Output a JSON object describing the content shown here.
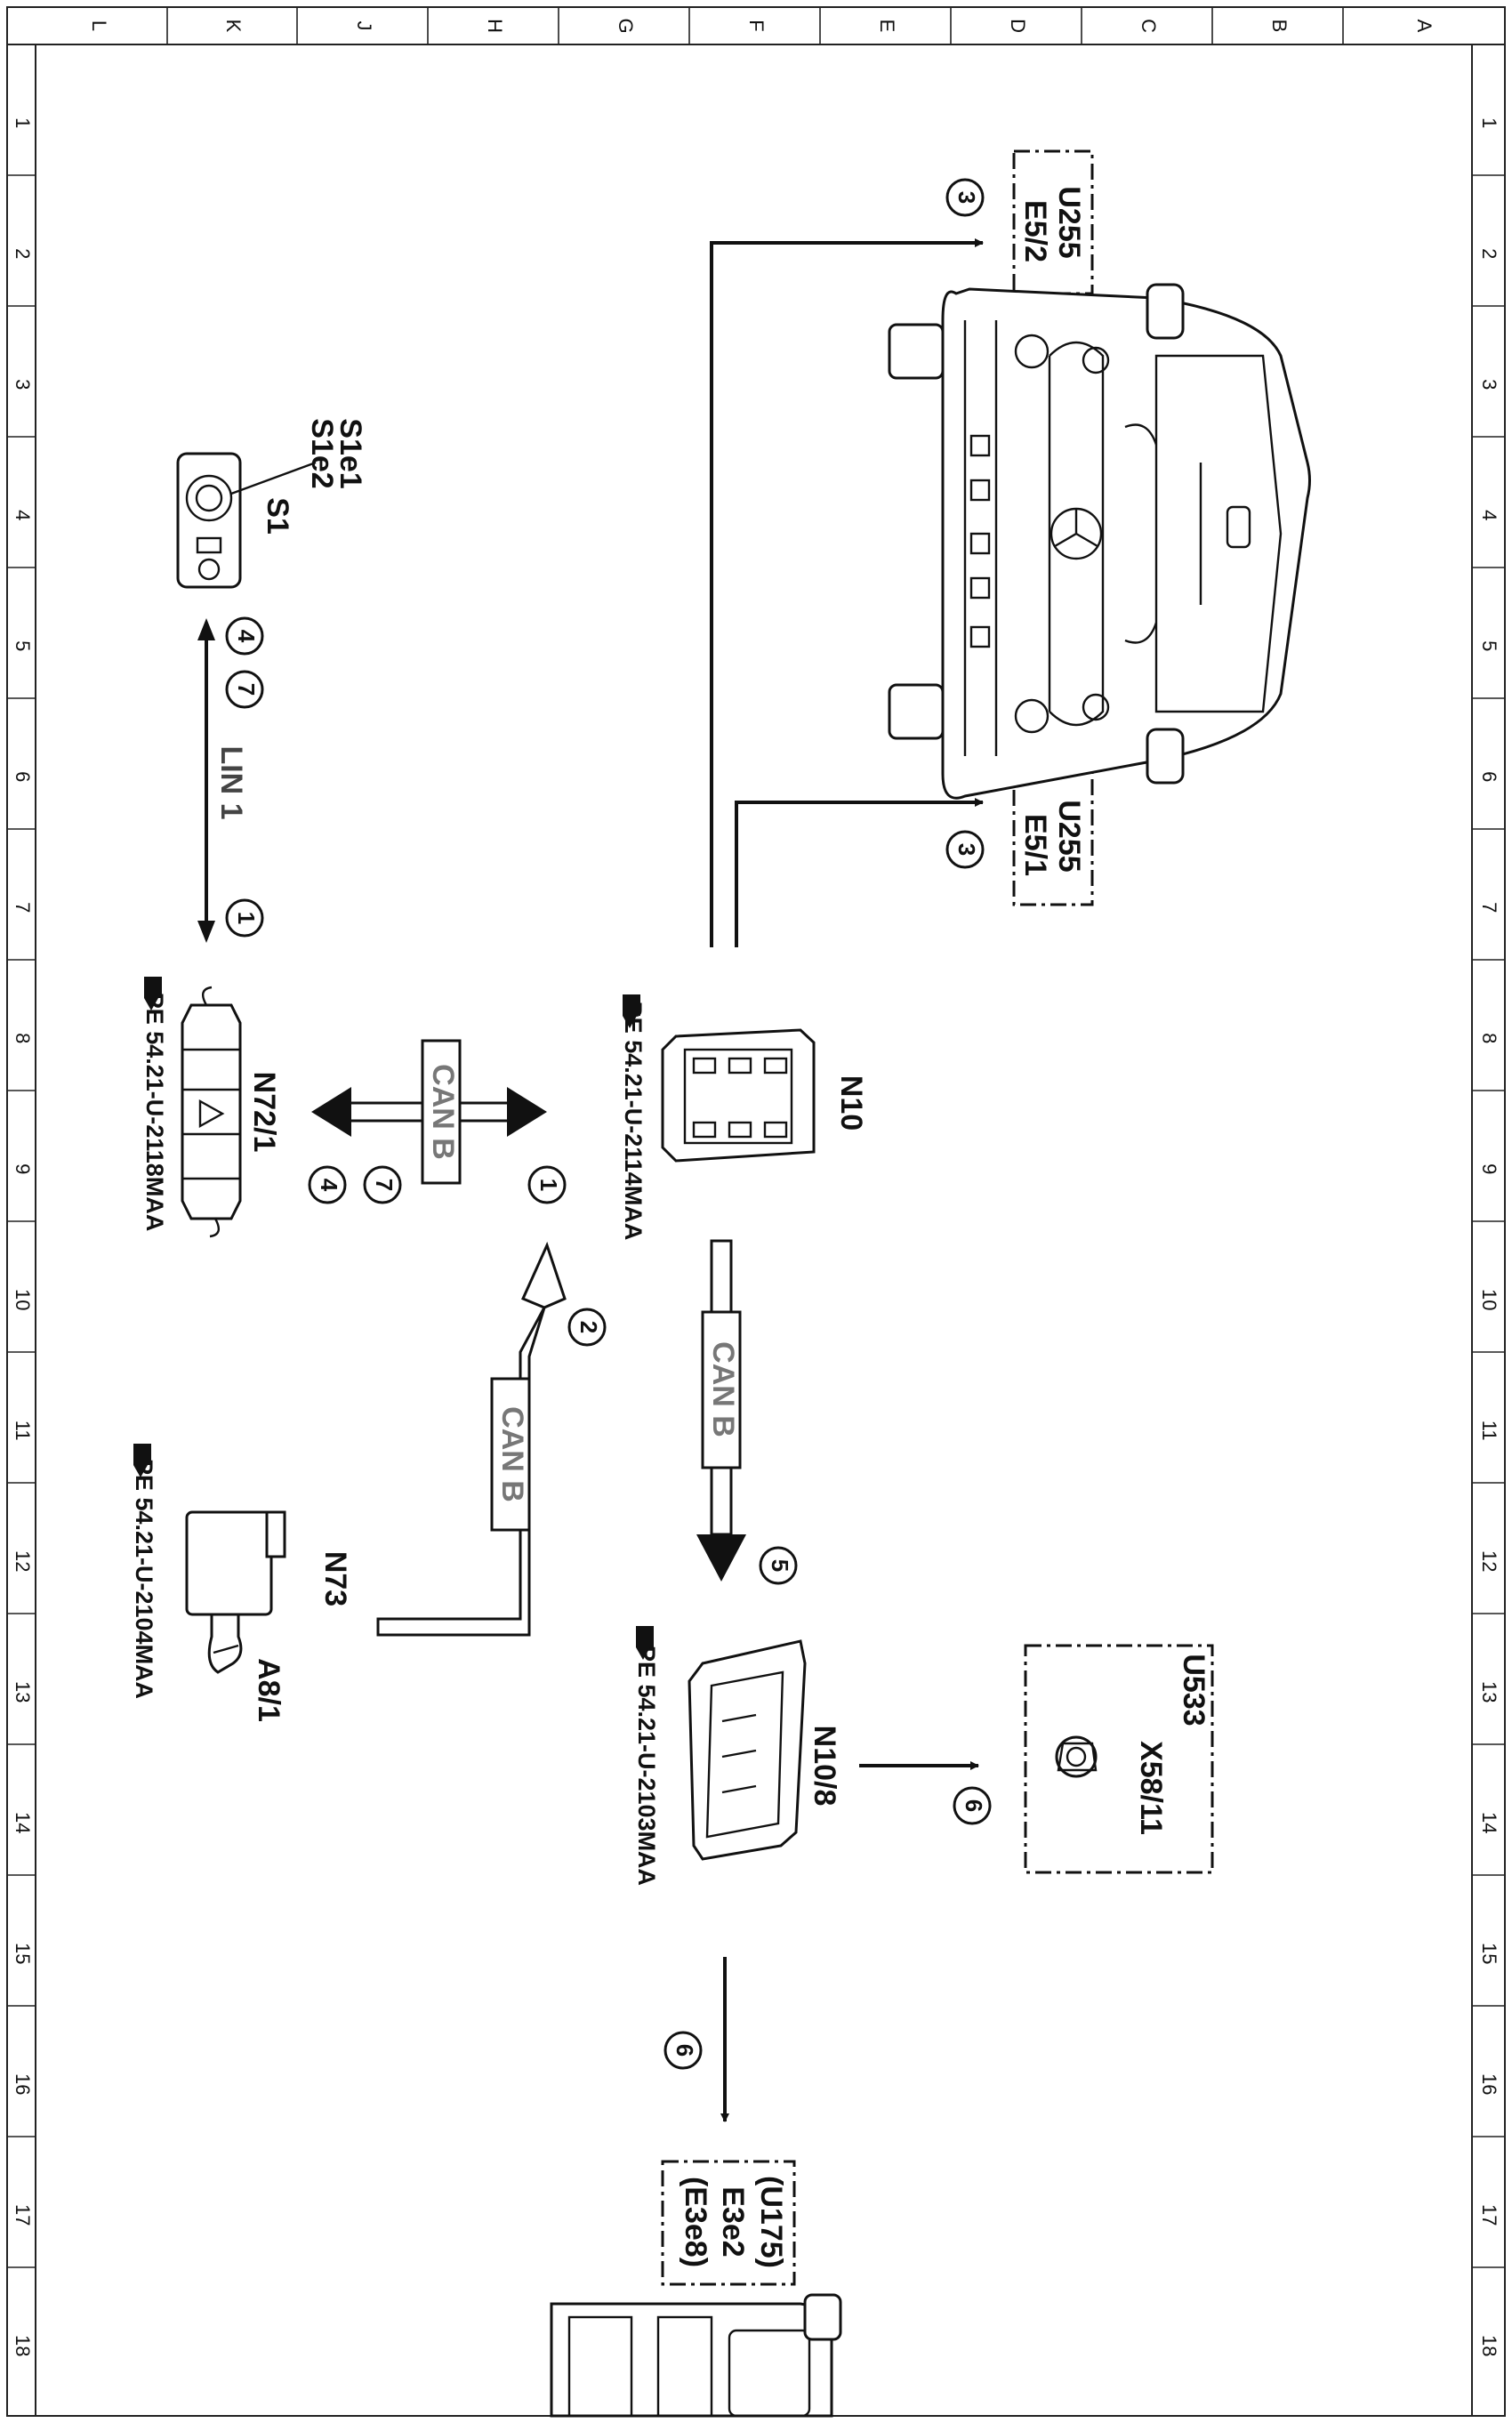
{
  "grid": {
    "columns": [
      "L",
      "K",
      "J",
      "H",
      "G",
      "F",
      "E",
      "D",
      "C",
      "B",
      "A"
    ],
    "rows": [
      "1",
      "2",
      "3",
      "4",
      "5",
      "6",
      "7",
      "8",
      "9",
      "10",
      "11",
      "12",
      "13",
      "14",
      "15",
      "16",
      "17",
      "18"
    ]
  },
  "components": {
    "n10": "N10",
    "n10_ref": "PE 54.21-U-2114MAA",
    "n72": "N72/1",
    "n72_ref": "PE 54.21-U-2118MAA",
    "n73": "N73",
    "a81": "A8/1",
    "n73_ref": "PE 54.21-U-2104MAA",
    "n108": "N10/8",
    "n108_ref": "PE 54.21-U-2103MAA",
    "s1": "S1",
    "s1e1": "S1e1",
    "s1e2": "S1e2"
  },
  "targets": {
    "u255_a": "U255",
    "e52": "E5/2",
    "u255_b": "U255",
    "e51": "E5/1",
    "u533": "U533",
    "x5811": "X58/11",
    "u175": "(U175)",
    "e3e2": "E3e2",
    "e3e8": "(E3e8)"
  },
  "buses": {
    "can_b": "CAN B",
    "lin_1": "LIN 1"
  },
  "steps": [
    "1",
    "2",
    "3",
    "4",
    "5",
    "6",
    "7"
  ]
}
